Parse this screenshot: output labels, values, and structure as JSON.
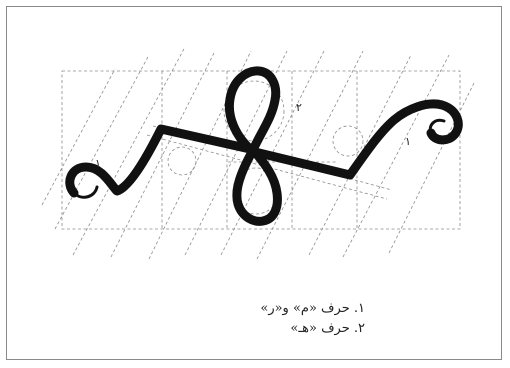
{
  "figure": {
    "markers": {
      "left": "١",
      "right": "١",
      "middle": "٢"
    }
  },
  "captions": [
    "١. حرف «م» و«ر»",
    "٢. حرف «هـ»"
  ]
}
